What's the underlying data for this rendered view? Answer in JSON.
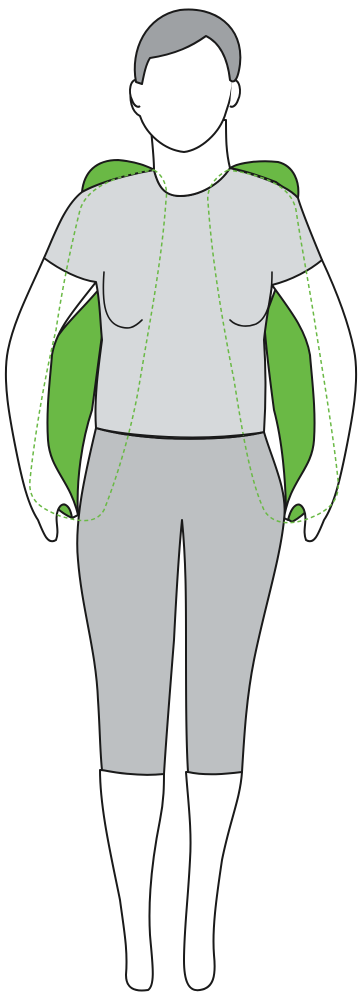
{
  "colors": {
    "background": "#ffffff",
    "outline": "#1a1a1a",
    "hair": "#9ea1a4",
    "shirt": "#d6d9db",
    "pants": "#bdc0c2",
    "skin": "#ffffff",
    "accent_green": "#6ab945",
    "dashed_green": "#6ab945"
  },
  "illustration": {
    "subject": "standing-figure-with-green-shoulder-wrap",
    "icons": [
      "figure-illustration",
      "green-wrap-shape",
      "dashed-strap-outline"
    ]
  }
}
